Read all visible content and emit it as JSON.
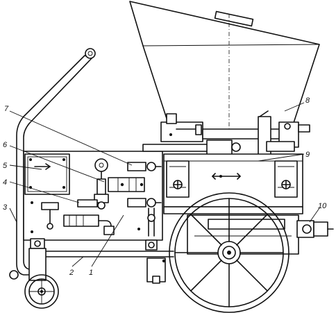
{
  "labels": {
    "l1": "1",
    "l2": "2",
    "l3": "3",
    "l4": "4",
    "l5": "5",
    "l6": "6",
    "l7": "7",
    "l8": "8",
    "l9": "9",
    "l10": "10"
  }
}
